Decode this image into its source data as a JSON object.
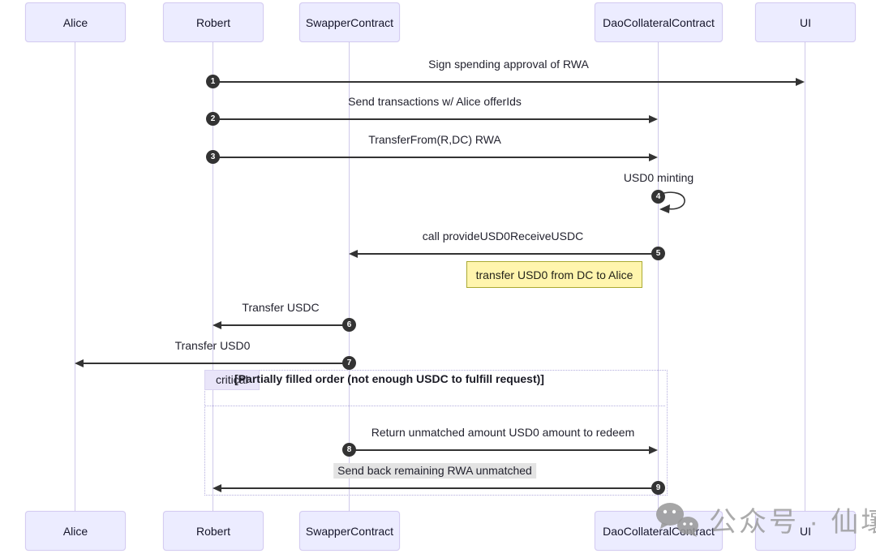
{
  "diagram_type": "sequence-diagram",
  "actors": [
    "Alice",
    "Robert",
    "SwapperContract",
    "DaoCollateralContract",
    "UI"
  ],
  "messages": [
    {
      "num": "1",
      "text": "Sign spending approval of RWA",
      "from": "Robert",
      "to": "UI"
    },
    {
      "num": "2",
      "text": "Send transactions w/ Alice offerIds",
      "from": "Robert",
      "to": "DaoCollateralContract"
    },
    {
      "num": "3",
      "text": "TransferFrom(R,DC) RWA",
      "from": "Robert",
      "to": "DaoCollateralContract"
    },
    {
      "num": "4",
      "text": "USD0 minting",
      "from": "DaoCollateralContract",
      "to": "DaoCollateralContract",
      "self_message": true
    },
    {
      "num": "5",
      "text": "call provideUSD0ReceiveUSDC",
      "from": "DaoCollateralContract",
      "to": "SwapperContract"
    },
    {
      "num": "6",
      "text": "Transfer USDC",
      "from": "SwapperContract",
      "to": "Robert"
    },
    {
      "num": "7",
      "text": "Transfer USD0",
      "from": "SwapperContract",
      "to": "Alice"
    },
    {
      "num": "8",
      "text": "Return unmatched amount USD0 amount to redeem",
      "from": "SwapperContract",
      "to": "DaoCollateralContract"
    },
    {
      "num": "9",
      "text": "Send back remaining RWA unmatched",
      "from": "DaoCollateralContract",
      "to": "Robert"
    }
  ],
  "note": {
    "text": "transfer USD0 from DC to Alice",
    "position": "between DaoCollateralContract and SwapperContract"
  },
  "critical_block": {
    "label": "critical",
    "title": "[Partially filled order (not enough USDC to fulfill request)]",
    "contains_messages": [
      "8",
      "9"
    ]
  },
  "watermark": {
    "icon": "wechat-icon",
    "text": "公众号 · 仙壤"
  },
  "colors": {
    "actor_fill": "#ECECFF",
    "actor_border": "#D5CCF2",
    "lifeline": "#CFC9EA",
    "arrow": "#333333",
    "number_badge_fill": "#333333",
    "number_badge_text": "#FFFFFF",
    "note_fill": "#FFF5AD",
    "note_border": "#AAAA33",
    "critical_border": "#B4AEDE",
    "critical_label_fill": "#E9E5F9",
    "message9_label_bg": "#E3E3E3",
    "watermark_gray": "#969696"
  }
}
